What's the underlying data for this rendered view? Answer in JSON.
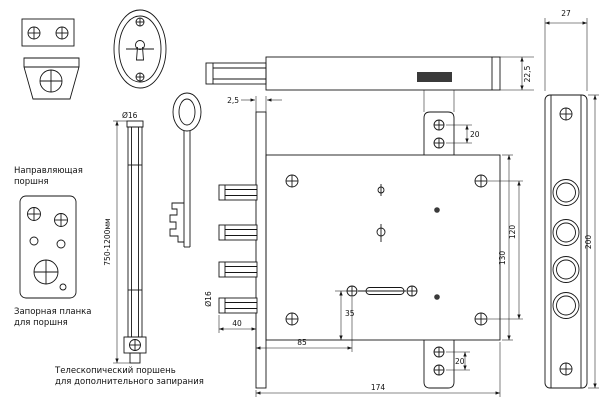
{
  "drawing": {
    "kind": "lock assembly technical drawing",
    "ink_color": "#161616",
    "background": "#ffffff"
  },
  "annotations": {
    "guide": {
      "line1": "Направляющая",
      "line2": "поршня"
    },
    "plate": {
      "line1": "Запорная планка",
      "line2": "для поршня"
    },
    "piston": {
      "line1": "Телескопический поршень",
      "line2": "для дополнительного запирания"
    }
  },
  "dims": {
    "rod_diameter": "Ø16",
    "rod_length": "750-1200мм",
    "bolt_diameter": "Ø16",
    "gap": "2,5",
    "body_depth": "22,5",
    "plate_width": "27",
    "plate_height": "200",
    "body_width": "174",
    "dim85": "85",
    "dim40": "40",
    "dim35": "35",
    "dim130": "130",
    "dim120": "120",
    "screw_spacing_top": "20",
    "screw_spacing_bottom": "20"
  }
}
